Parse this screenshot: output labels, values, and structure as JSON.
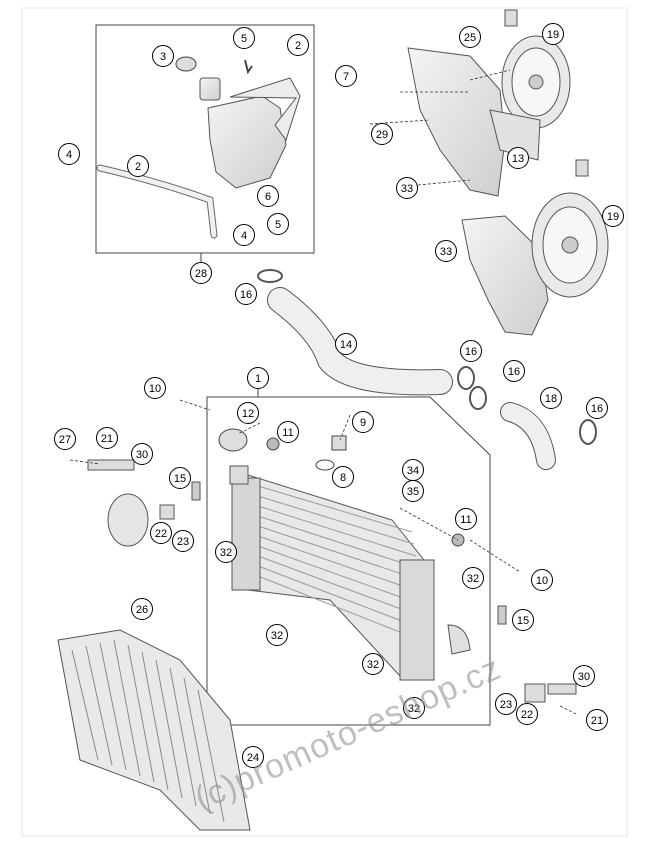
{
  "diagram": {
    "callouts": [
      {
        "id": "c1",
        "label": "1"
      },
      {
        "id": "c2a",
        "label": "2"
      },
      {
        "id": "c2b",
        "label": "2"
      },
      {
        "id": "c3",
        "label": "3"
      },
      {
        "id": "c4a",
        "label": "4"
      },
      {
        "id": "c4b",
        "label": "4"
      },
      {
        "id": "c5a",
        "label": "5"
      },
      {
        "id": "c5b",
        "label": "5"
      },
      {
        "id": "c6",
        "label": "6"
      },
      {
        "id": "c7",
        "label": "7"
      },
      {
        "id": "c8",
        "label": "8"
      },
      {
        "id": "c9",
        "label": "9"
      },
      {
        "id": "c10a",
        "label": "10"
      },
      {
        "id": "c10b",
        "label": "10"
      },
      {
        "id": "c11a",
        "label": "11"
      },
      {
        "id": "c11b",
        "label": "11"
      },
      {
        "id": "c12",
        "label": "12"
      },
      {
        "id": "c13",
        "label": "13"
      },
      {
        "id": "c14",
        "label": "14"
      },
      {
        "id": "c15a",
        "label": "15"
      },
      {
        "id": "c15b",
        "label": "15"
      },
      {
        "id": "c16a",
        "label": "16"
      },
      {
        "id": "c16b",
        "label": "16"
      },
      {
        "id": "c16c",
        "label": "16"
      },
      {
        "id": "c16d",
        "label": "16"
      },
      {
        "id": "c18",
        "label": "18"
      },
      {
        "id": "c19a",
        "label": "19"
      },
      {
        "id": "c19b",
        "label": "19"
      },
      {
        "id": "c21a",
        "label": "21"
      },
      {
        "id": "c21b",
        "label": "21"
      },
      {
        "id": "c22a",
        "label": "22"
      },
      {
        "id": "c22b",
        "label": "22"
      },
      {
        "id": "c23a",
        "label": "23"
      },
      {
        "id": "c23b",
        "label": "23"
      },
      {
        "id": "c24",
        "label": "24"
      },
      {
        "id": "c25",
        "label": "25"
      },
      {
        "id": "c26",
        "label": "26"
      },
      {
        "id": "c27",
        "label": "27"
      },
      {
        "id": "c28",
        "label": "28"
      },
      {
        "id": "c29",
        "label": "29"
      },
      {
        "id": "c30a",
        "label": "30"
      },
      {
        "id": "c30b",
        "label": "30"
      },
      {
        "id": "c32a",
        "label": "32"
      },
      {
        "id": "c32b",
        "label": "32"
      },
      {
        "id": "c32c",
        "label": "32"
      },
      {
        "id": "c32d",
        "label": "32"
      },
      {
        "id": "c32e",
        "label": "32"
      },
      {
        "id": "c33a",
        "label": "33"
      },
      {
        "id": "c33b",
        "label": "33"
      },
      {
        "id": "c34",
        "label": "34"
      },
      {
        "id": "c35",
        "label": "35"
      }
    ],
    "watermark": "(c)promoto-eshop.cz"
  }
}
